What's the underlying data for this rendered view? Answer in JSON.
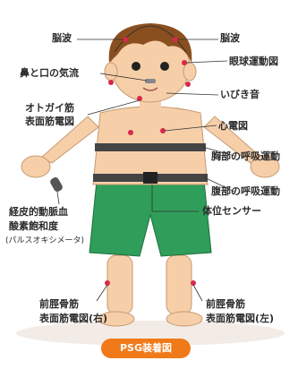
{
  "labels": {
    "brainwave_left": "脳波",
    "brainwave_right": "脳波",
    "eye_movement": "眼球運動図",
    "nasal_oral_airflow": "鼻と口の気流",
    "snoring": "いびき音",
    "chin_emg_line1": "オトガイ筋",
    "chin_emg_line2": "表面筋電図",
    "ecg": "心電図",
    "chest_respiration": "胸部の呼吸運動",
    "abdominal_respiration": "腹部の呼吸運動",
    "body_position": "体位センサー",
    "spo2_line1": "経皮的動脈血",
    "spo2_line2": "酸素飽和度",
    "spo2_line3": "(パルスオキシメータ)",
    "tibialis_right_line1": "前脛骨筋",
    "tibialis_right_line2": "表面筋電図(右)",
    "tibialis_left_line1": "前脛骨筋",
    "tibialis_left_line2": "表面筋電図(左)"
  },
  "caption": "PSG装着図",
  "colors": {
    "electrode": "#d8294a",
    "caption_bg": "#f07a1a",
    "skin": "#f6cfa9",
    "hair": "#8a4f1e",
    "shorts": "#2f9e5a",
    "belt": "#444444",
    "lead_line": "#333333"
  }
}
